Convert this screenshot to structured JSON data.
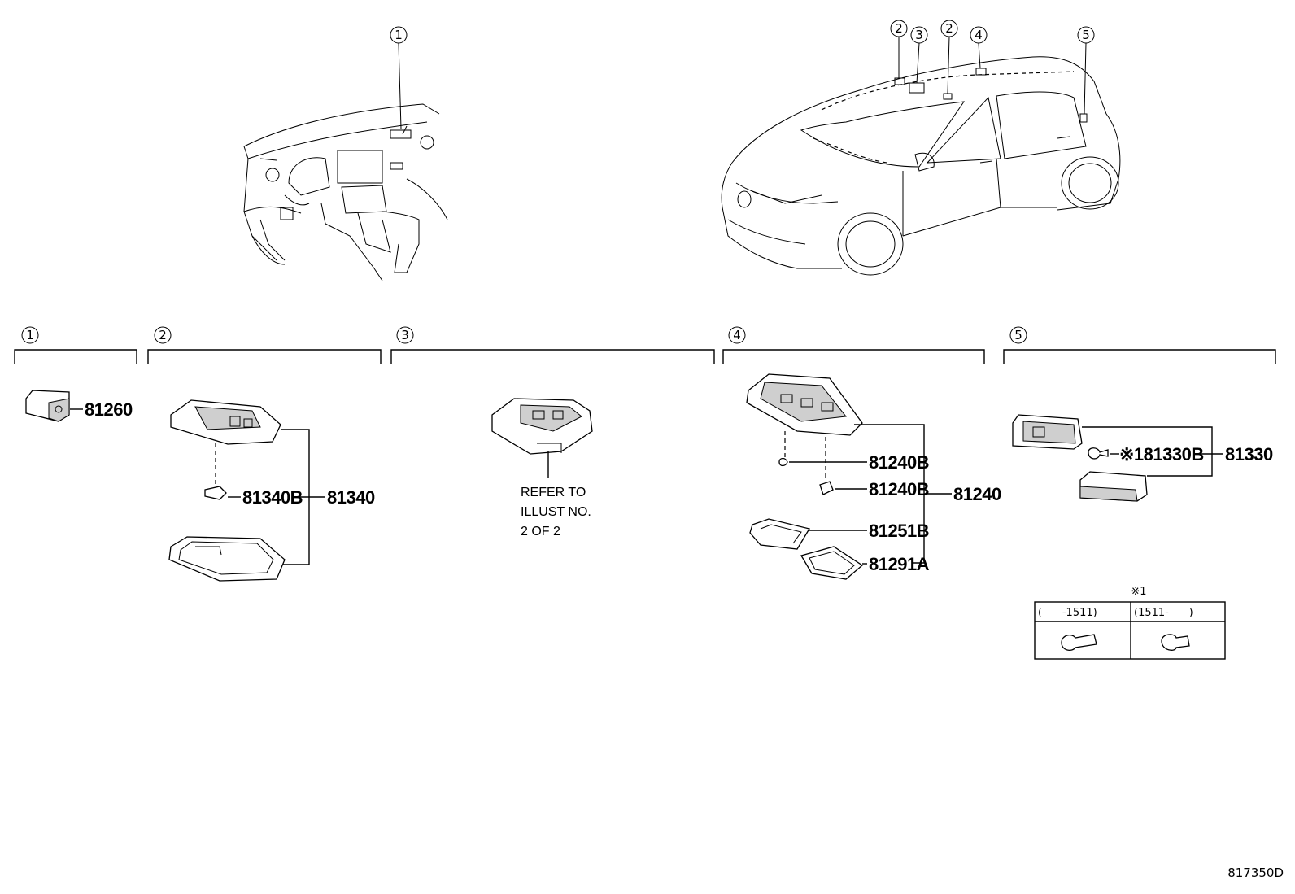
{
  "overview": {
    "dash_callouts": [
      "1"
    ],
    "car_callouts": [
      "2",
      "3",
      "2",
      "4",
      "5"
    ]
  },
  "sections": [
    {
      "id": "1",
      "parts": [
        {
          "number": "81260"
        }
      ]
    },
    {
      "id": "2",
      "parts": [
        {
          "number": "81340B"
        },
        {
          "number": "81340"
        }
      ]
    },
    {
      "id": "3",
      "note": [
        "REFER TO",
        "ILLUST NO.",
        "2 OF 2"
      ]
    },
    {
      "id": "4",
      "parts": [
        {
          "number": "81240B"
        },
        {
          "number": "81240B"
        },
        {
          "number": "81240"
        },
        {
          "number": "81251B"
        },
        {
          "number": "81291A"
        }
      ]
    },
    {
      "id": "5",
      "parts": [
        {
          "number": "※181330B"
        },
        {
          "number": "81330"
        }
      ]
    }
  ],
  "bulb_table": {
    "label": "※1",
    "columns": [
      "(      -1511)",
      "(1511-      )"
    ]
  },
  "diagram_code": "817350D"
}
